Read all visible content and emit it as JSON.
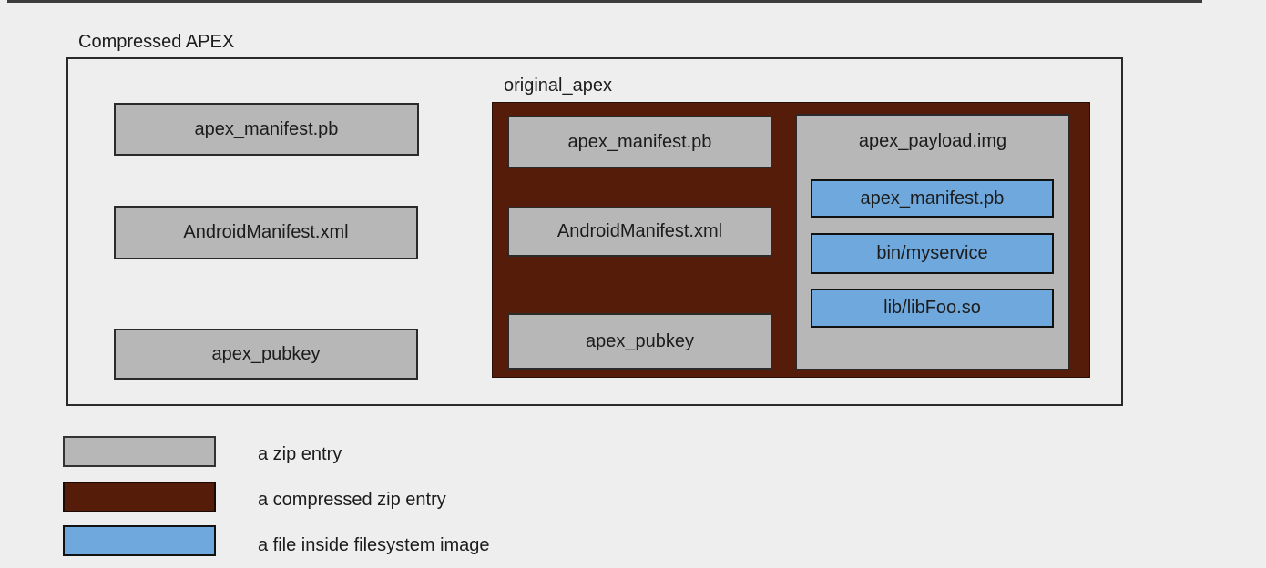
{
  "colors": {
    "background": "#eeeeee",
    "text": "#1c1c1c",
    "border": "#2a2a2a",
    "zip_entry": "#b7b7b7",
    "compressed_zip_entry": "#551c0a",
    "fs_image_file": "#6fa8dc"
  },
  "diagram": {
    "title": "Compressed APEX",
    "left_entries": [
      "apex_manifest.pb",
      "AndroidManifest.xml",
      "apex_pubkey"
    ],
    "original_apex": {
      "label": "original_apex",
      "entries": [
        "apex_manifest.pb",
        "AndroidManifest.xml",
        "apex_pubkey"
      ],
      "payload": {
        "label": "apex_payload.img",
        "files": [
          "apex_manifest.pb",
          "bin/myservice",
          "lib/libFoo.so"
        ]
      }
    }
  },
  "legend": {
    "items": [
      {
        "color_key": "zip_entry",
        "label": "a zip entry"
      },
      {
        "color_key": "compressed_zip_entry",
        "label": "a compressed zip entry"
      },
      {
        "color_key": "fs_image_file",
        "label": "a file inside filesystem image"
      }
    ]
  }
}
